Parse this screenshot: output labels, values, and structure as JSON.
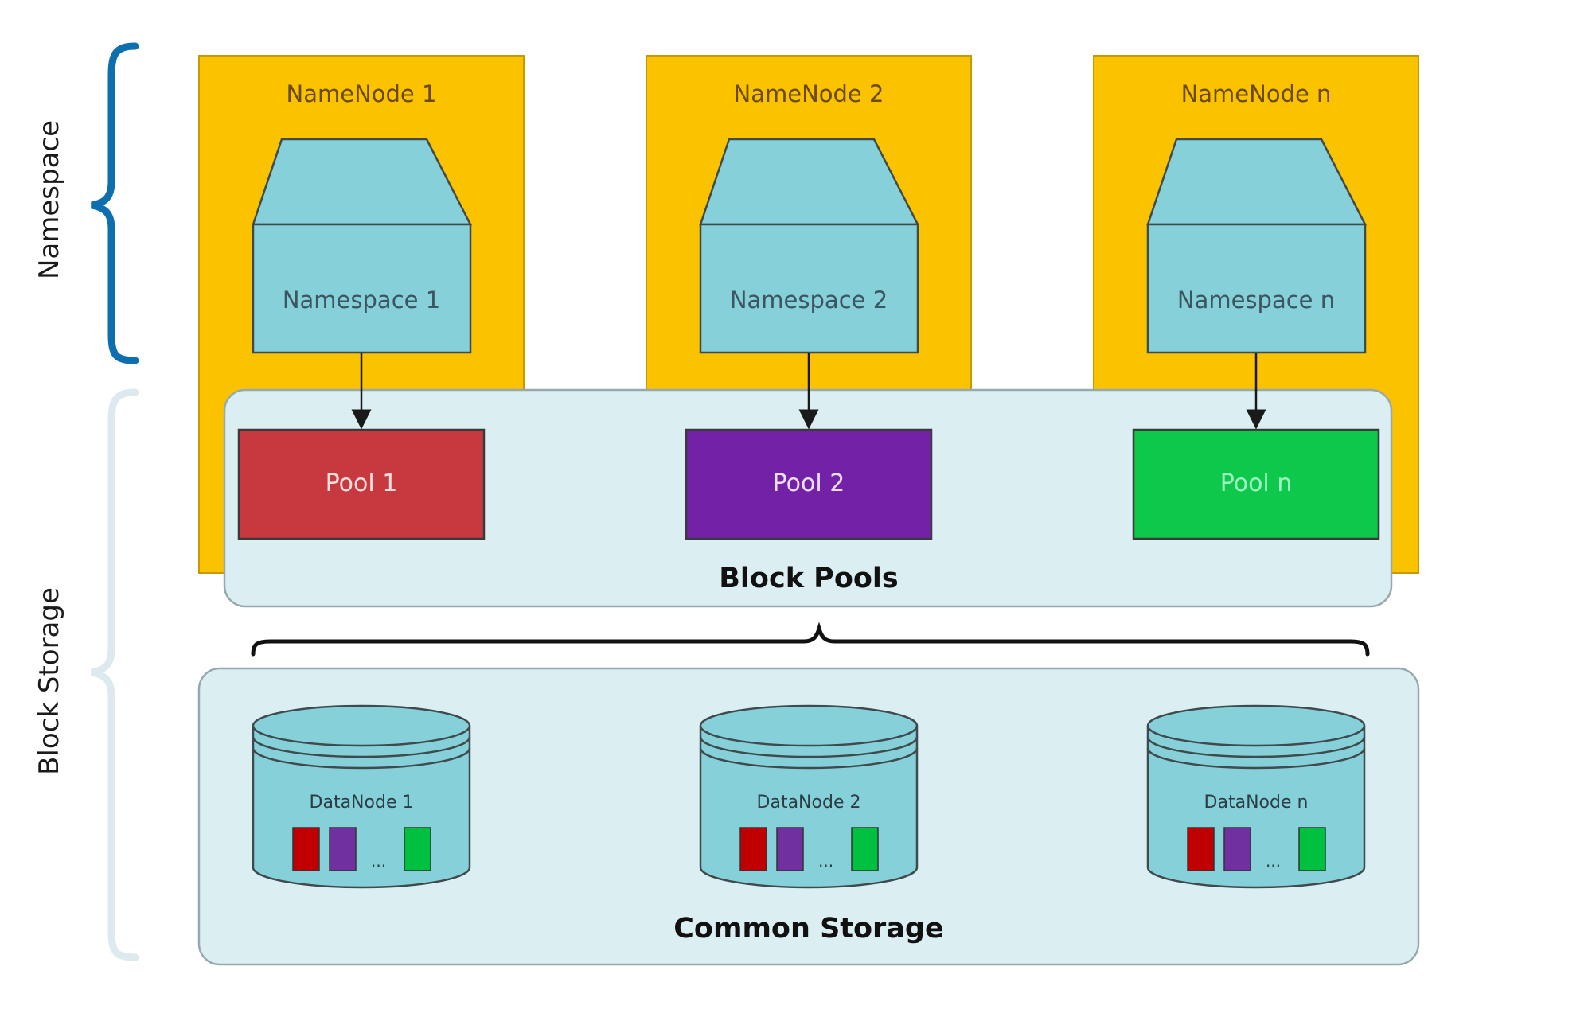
{
  "side_labels": {
    "namespace": "Namespace",
    "block_storage": "Block Storage"
  },
  "namenodes": [
    {
      "title": "NameNode 1",
      "namespace": "Namespace 1"
    },
    {
      "title": "NameNode 2",
      "namespace": "Namespace 2"
    },
    {
      "title": "NameNode n",
      "namespace": "Namespace n"
    }
  ],
  "pools": [
    {
      "label": "Pool 1",
      "color": "#c8393f",
      "text_color": "#f4dede"
    },
    {
      "label": "Pool 2",
      "color": "#7321a6",
      "text_color": "#ecdff4"
    },
    {
      "label": "Pool n",
      "color": "#0dc84a",
      "text_color": "#9ef5c0"
    }
  ],
  "block_pools_label": "Block Pools",
  "common_storage_label": "Common Storage",
  "datanodes": [
    {
      "title": "DataNode 1"
    },
    {
      "title": "DataNode 2"
    },
    {
      "title": "DataNode n"
    }
  ],
  "datanode_ellipsis": "...",
  "colors": {
    "namenode_fill": "#fbc200",
    "namespace_fill": "#86d0da",
    "panel_fill": "#dbeff3",
    "brace_namespace": "#0e6fae",
    "brace_storage": "#dce9ee"
  }
}
